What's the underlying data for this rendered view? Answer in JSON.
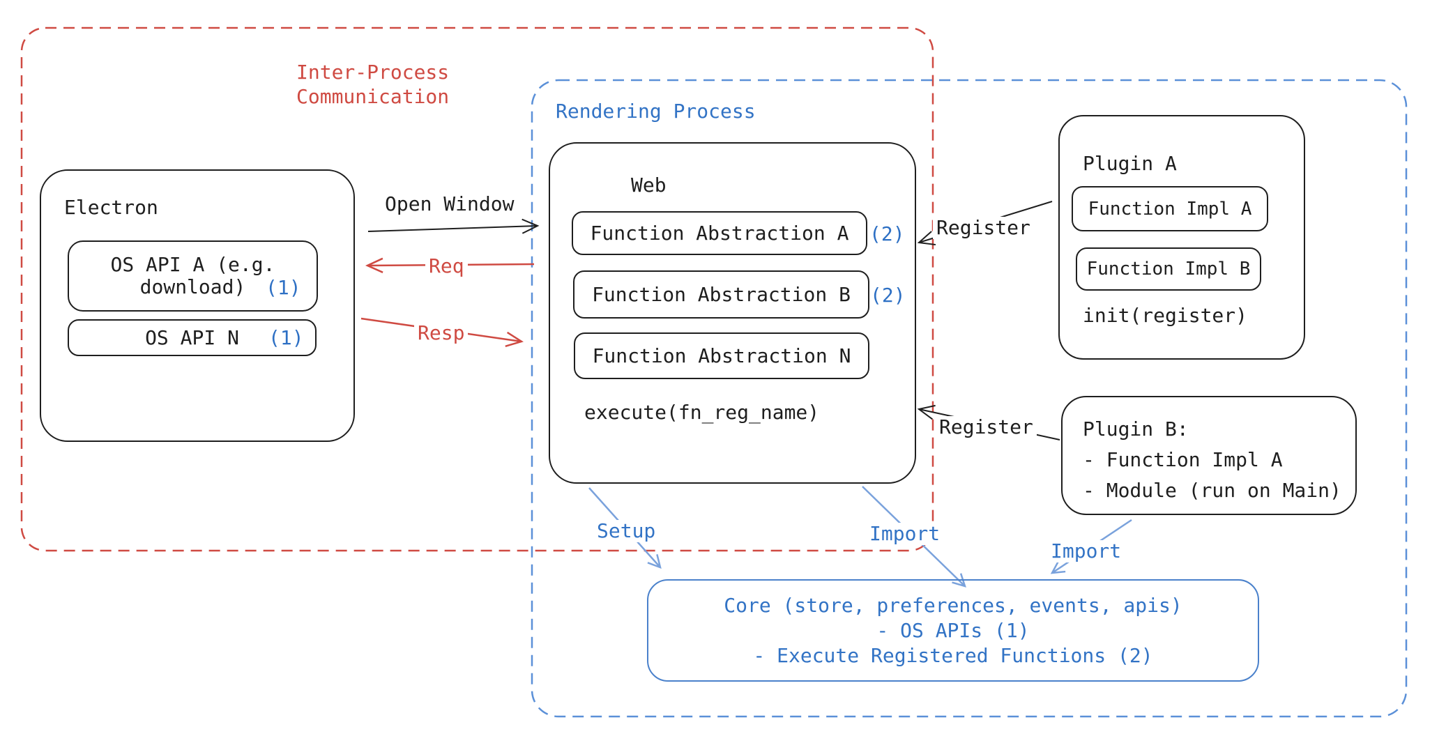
{
  "diagram": {
    "ipc_region": {
      "label_line1": "Inter-Process",
      "label_line2": "Communication"
    },
    "rendering_region": {
      "label": "Rendering Process"
    },
    "electron": {
      "title": "Electron",
      "os_api_a": {
        "line1": "OS API A (e.g.",
        "line2": "download)",
        "badge": "(1)"
      },
      "os_api_n": {
        "label": "OS API N",
        "badge": "(1)"
      }
    },
    "web": {
      "title": "Web",
      "fn_a": {
        "label": "Function Abstraction A",
        "badge": "(2)"
      },
      "fn_b": {
        "label": "Function Abstraction B",
        "badge": "(2)"
      },
      "fn_n": {
        "label": "Function Abstraction N"
      },
      "execute": "execute(fn_reg_name)"
    },
    "plugin_a": {
      "title": "Plugin A",
      "impl_a": "Function Impl A",
      "impl_b": "Function Impl B",
      "init": "init(register)"
    },
    "plugin_b": {
      "title": "Plugin B:",
      "item1": "- Function Impl A",
      "item2": "- Module (run on Main)"
    },
    "core": {
      "line1": "Core (store, preferences, events, apis)",
      "line2": "- OS APIs (1)",
      "line3": "- Execute Registered Functions (2)"
    },
    "arrows": {
      "open_window": "Open Window",
      "req": "Req",
      "resp": "Resp",
      "register1": "Register",
      "register2": "Register",
      "setup": "Setup",
      "import1": "Import",
      "import2": "Import"
    },
    "colors": {
      "black": "#1e1e1e",
      "red": "#cf4a42",
      "blue_text": "#3273c5",
      "blue_badge": "#2e70c4",
      "blue_dashed_border": "#5b90d8",
      "core_border": "#4a81cb",
      "light_blue_arrow": "#7aa2dc"
    }
  }
}
